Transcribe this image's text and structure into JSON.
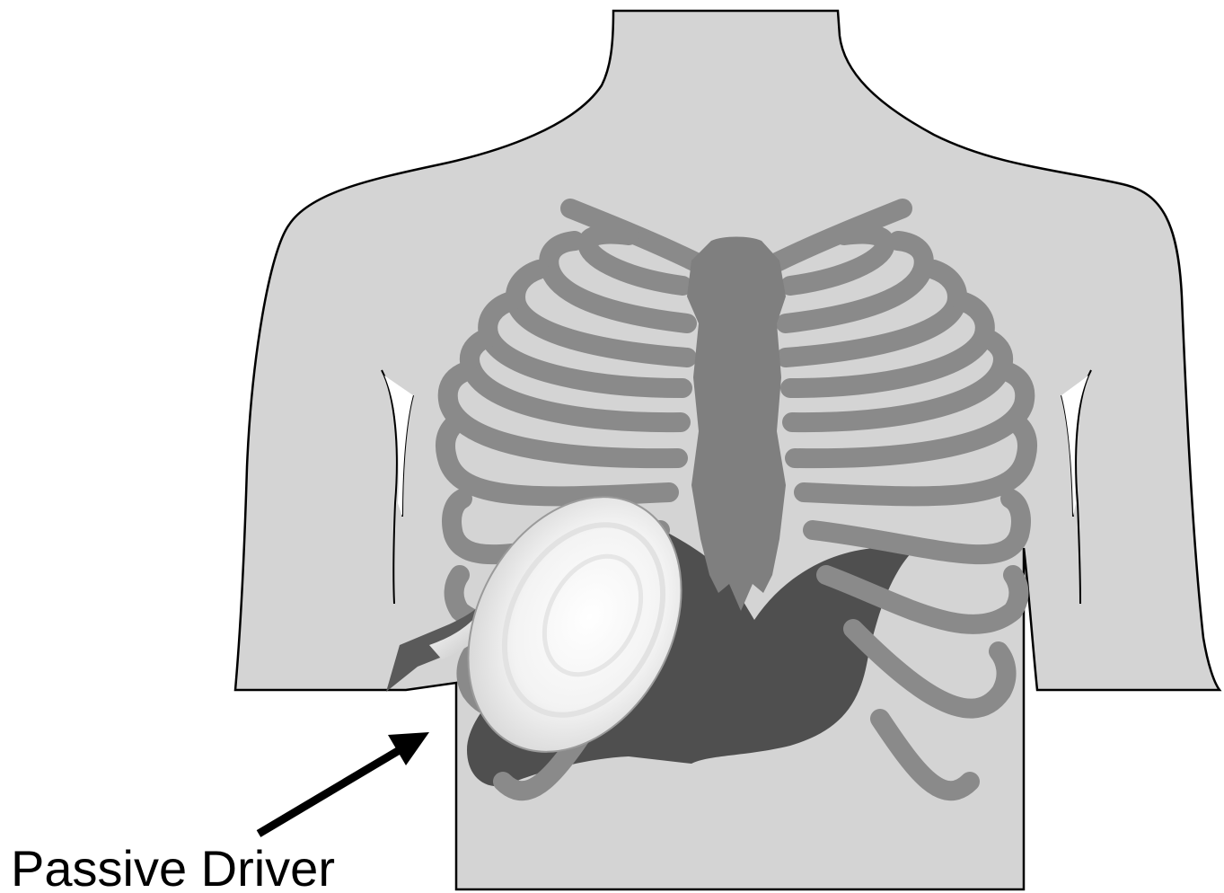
{
  "diagram": {
    "callout_label": "Passive Driver",
    "colors": {
      "background": "#ffffff",
      "body_fill": "#d4d4d4",
      "body_outline": "#000000",
      "rib": "#8a8a8a",
      "sternum": "#7f7f7f",
      "liver": "#4f4f4f",
      "driver_light": "#ffffff",
      "driver_shade": "#d2d2d2",
      "tube": "#5a5a5a",
      "arrow": "#000000"
    },
    "icons": [
      "torso-silhouette",
      "rib-cage",
      "liver",
      "passive-driver-device",
      "callout-arrow"
    ]
  }
}
